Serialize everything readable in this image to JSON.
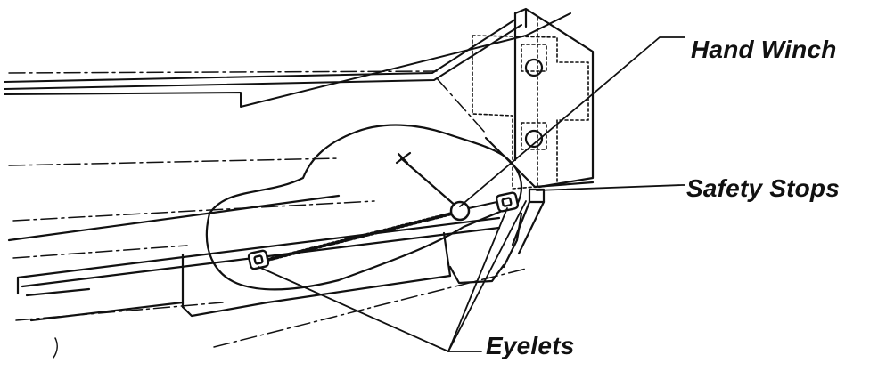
{
  "labels": {
    "hand_winch": "Hand Winch",
    "safety_stops": "Safety Stops",
    "eyelets": "Eyelets"
  },
  "colors": {
    "ink": "#111111",
    "background": "#ffffff"
  }
}
